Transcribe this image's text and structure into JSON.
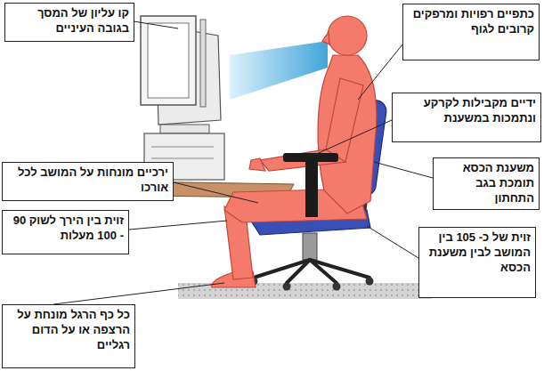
{
  "diagram": {
    "nodes": [
      {
        "text": [
          "קו עליון של המסך בגובה העיניים"
        ]
      },
      {
        "text": [
          "כתפיים רפויות ומרפקים קרובים לגוף"
        ]
      },
      {
        "text": [
          "ידיים מקבילות לקרקע ונתמכות במשענת"
        ]
      },
      {
        "text": [
          "משענת הכסא תומכת בגב התחתון"
        ]
      },
      {
        "text": [
          "ירכיים מונחות על המושב לכל אורכו"
        ]
      },
      {
        "text": [
          "זוית בין הירך לשוק 90 - 100 מעלות"
        ]
      },
      {
        "text": [
          "זוית של כ- 105 בין המושב לבין משענת הכסא"
        ]
      },
      {
        "text": [
          "כל כף הרגל מונחת על הרצפה או על הדום רגליים"
        ]
      }
    ]
  }
}
